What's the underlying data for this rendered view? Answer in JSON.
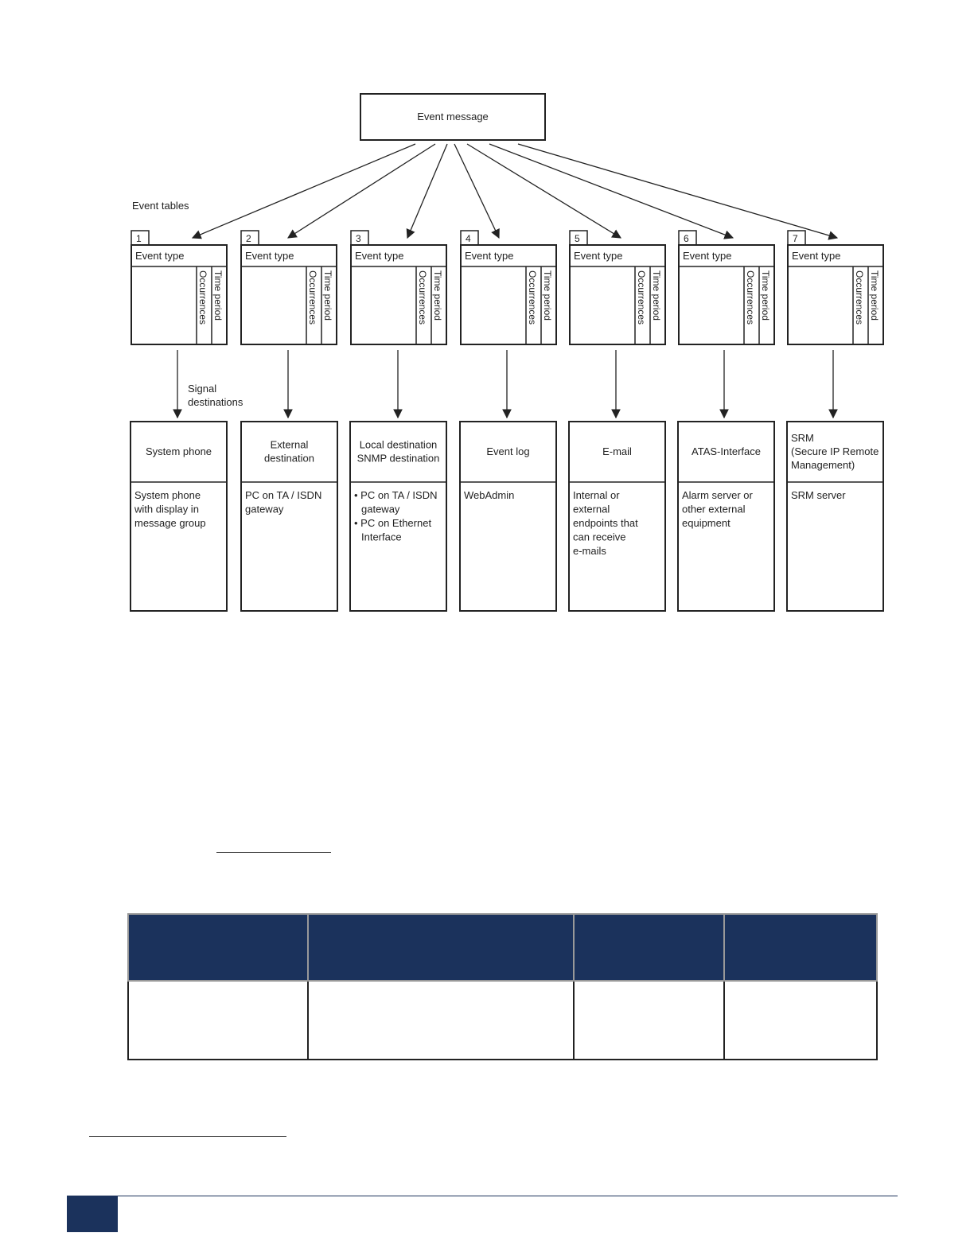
{
  "diagram": {
    "root": {
      "label": "Event message"
    },
    "tables_label": "Event tables",
    "signal_label": [
      "Signal",
      "destinations"
    ],
    "event_tables": [
      {
        "number": "1",
        "header": "Event type",
        "col1": "Occurrences",
        "col2": "Time period"
      },
      {
        "number": "2",
        "header": "Event type",
        "col1": "Occurrences",
        "col2": "Time period"
      },
      {
        "number": "3",
        "header": "Event type",
        "col1": "Occurrences",
        "col2": "Time period"
      },
      {
        "number": "4",
        "header": "Event type",
        "col1": "Occurrences",
        "col2": "Time period"
      },
      {
        "number": "5",
        "header": "Event type",
        "col1": "Occurrences",
        "col2": "Time period"
      },
      {
        "number": "6",
        "header": "Event type",
        "col1": "Occurrences",
        "col2": "Time period"
      },
      {
        "number": "7",
        "header": "Event type",
        "col1": "Occurrences",
        "col2": "Time period"
      }
    ],
    "destinations": [
      {
        "title": [
          "System phone"
        ],
        "body": [
          "System phone",
          "with display in",
          "message group"
        ]
      },
      {
        "title": [
          "External",
          "destination"
        ],
        "body": [
          "PC on TA / ISDN",
          "gateway"
        ]
      },
      {
        "title": [
          "Local destination",
          "SNMP destination"
        ],
        "body": [
          "• PC on TA / ISDN",
          "gateway",
          "• PC on Ethernet",
          "Interface"
        ]
      },
      {
        "title": [
          "Event log"
        ],
        "body": [
          "WebAdmin"
        ]
      },
      {
        "title": [
          "E-mail"
        ],
        "body": [
          "Internal or",
          "external",
          "endpoints that",
          "can receive",
          "e-mails"
        ]
      },
      {
        "title": [
          "ATAS-Interface"
        ],
        "body": [
          "Alarm server or",
          "other external",
          "equipment"
        ]
      },
      {
        "title": [
          "SRM",
          "(Secure IP Remote",
          "Management)"
        ],
        "body": [
          "SRM server"
        ]
      }
    ]
  },
  "table": {
    "header_color": "#1b325c",
    "headers": [
      "",
      "",
      "",
      ""
    ],
    "rows": [
      [
        "",
        "",
        "",
        ""
      ]
    ]
  },
  "colors": {
    "brand": "#1b325c",
    "line": "#222222"
  }
}
